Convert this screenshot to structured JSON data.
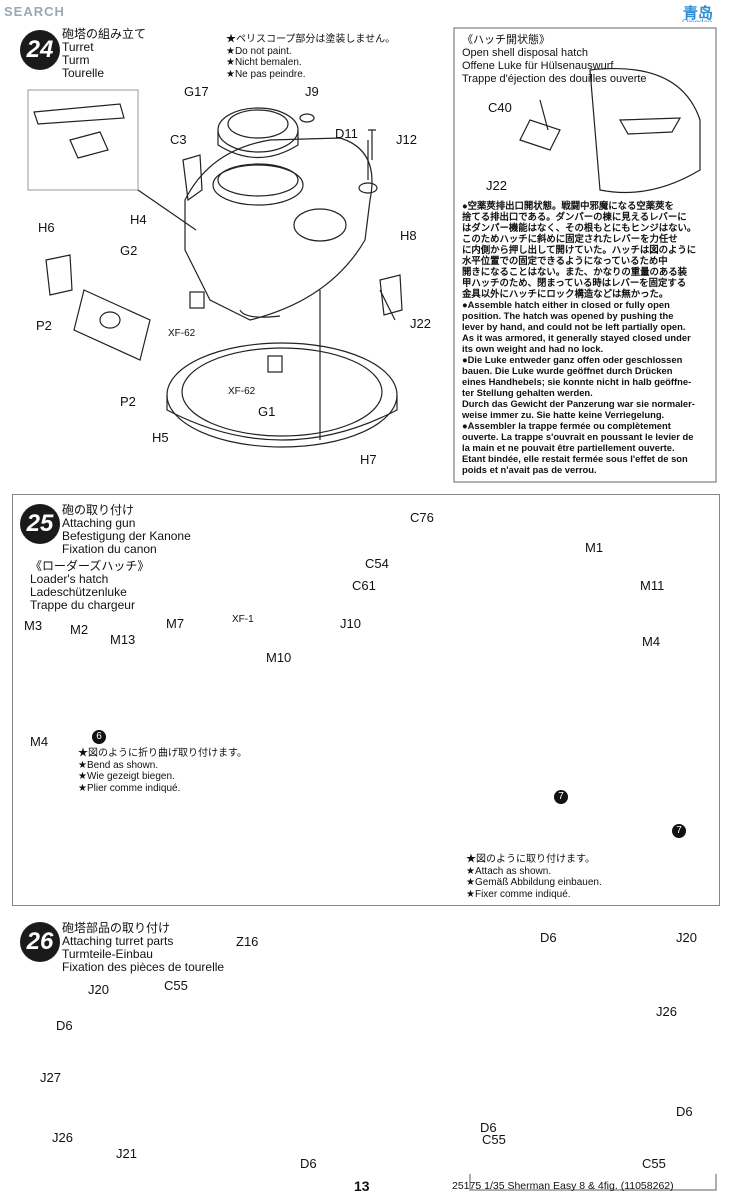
{
  "watermark": "SEARCH",
  "watermark_cn": "青岛",
  "watermark_cn_sub": "Qingdao",
  "step24": {
    "number": "24",
    "titles": [
      "砲塔の組み立て",
      "Turret",
      "Turm",
      "Tourelle"
    ],
    "paint_note": [
      "★ペリスコープ部分は塗装しません。",
      "★Do not paint.",
      "★Nicht bemalen.",
      "★Ne pas peindre."
    ],
    "labels": {
      "G17": "G17",
      "J9": "J9",
      "C3": "C3",
      "D11": "D11",
      "J12": "J12",
      "H4": "H4",
      "H6": "H6",
      "H8": "H8",
      "G2": "G2",
      "P2a": "P2",
      "XF62a": "XF-62",
      "J22": "J22",
      "P2b": "P2",
      "XF62b": "XF-62",
      "G1": "G1",
      "H5": "H5",
      "H7": "H7"
    },
    "inset": {
      "title_jp": "《ハッチ開状態》",
      "title": [
        "Open shell disposal hatch",
        "Offene Luke für Hülsenauswurf",
        "Trappe d'éjection des douilles ouverte"
      ],
      "C40": "C40",
      "J22": "J22",
      "text": [
        "●空薬莢排出口開状態。戦闘中邪魔になる空薬莢を",
        "捨てる排出口である。ダンパーの棟に見えるレバーに",
        "はダンパー機能はなく、その根もとにもヒンジはない。",
        "このためハッチに斜めに固定されたレバーを力任せ",
        "に内側から押し出して開けていた。ハッチは図のように",
        "水平位置での固定できるようになっているため中",
        "開きになることはない。また、かなりの重量のある装",
        "甲ハッチのため、閉まっている時はレバーを固定する",
        "金具以外にハッチにロック構造などは無かった。",
        "●Assemble hatch either in closed or fully open",
        "position. The hatch was opened by pushing the",
        "lever by hand, and could not be left partially open.",
        "As it was armored, it generally stayed closed under",
        "its own weight and had no lock.",
        "●Die Luke entweder ganz offen oder geschlossen",
        "bauen. Die Luke wurde geöffnet durch Drücken",
        "eines Handhebels; sie konnte nicht in halb geöffne-",
        "ter Stellung gehalten werden.",
        "Durch das Gewicht der Panzerung war sie normaler-",
        "weise immer zu. Sie hatte keine Verriegelung.",
        "●Assembler la trappe fermée ou complètement",
        "ouverte. La trappe s'ouvrait en poussant le levier de",
        "la main et ne pouvait être partiellement ouverte.",
        "Etant bindée, elle restait fermée sous l'effet de son",
        "poids et n'avait pas de verrou."
      ]
    }
  },
  "step25": {
    "number": "25",
    "titles": [
      "砲の取り付け",
      "Attaching gun",
      "Befestigung der Kanone",
      "Fixation du canon"
    ],
    "hatch_titles": [
      "《ローダーズハッチ》",
      "Loader's hatch",
      "Ladeschützenluke",
      "Trappe du chargeur"
    ],
    "bend_note": [
      "★図のように折り曲げ取り付けます。",
      "★Bend as shown.",
      "★Wie gezeigt biegen.",
      "★Plier comme indiqué."
    ],
    "attach_note": [
      "★図のように取り付けます。",
      "★Attach as shown.",
      "★Gemäß Abbildung einbauen.",
      "★Fixer comme indiqué."
    ],
    "labels": {
      "C76": "C76",
      "M1": "M1",
      "C54": "C54",
      "M11": "M11",
      "C61": "C61",
      "M3": "M3",
      "M2": "M2",
      "M13": "M13",
      "M7": "M7",
      "XF1": "XF-1",
      "M10": "M10",
      "J10": "J10",
      "M4a": "M4",
      "M4b": "M4",
      "glue6": "6",
      "glue7a": "7",
      "glue7b": "7"
    }
  },
  "step26": {
    "number": "26",
    "titles": [
      "砲塔部品の取り付け",
      "Attaching turret parts",
      "Turmteile-Einbau",
      "Fixation des pièces de tourelle"
    ],
    "labels": {
      "Z16": "Z16",
      "J20": "J20",
      "C55": "C55",
      "D6a": "D6",
      "J27": "J27",
      "J26": "J26",
      "J21": "J21",
      "D6b": "D6"
    },
    "inset": {
      "D6a": "D6",
      "J20": "J20",
      "J26": "J26",
      "D6b": "D6",
      "D6c": "D6",
      "C55a": "C55",
      "C55b": "C55"
    }
  },
  "footer": {
    "page": "13",
    "kit": "25175  1/35 Sherman Easy 8 & 4fig. (11058262)"
  }
}
